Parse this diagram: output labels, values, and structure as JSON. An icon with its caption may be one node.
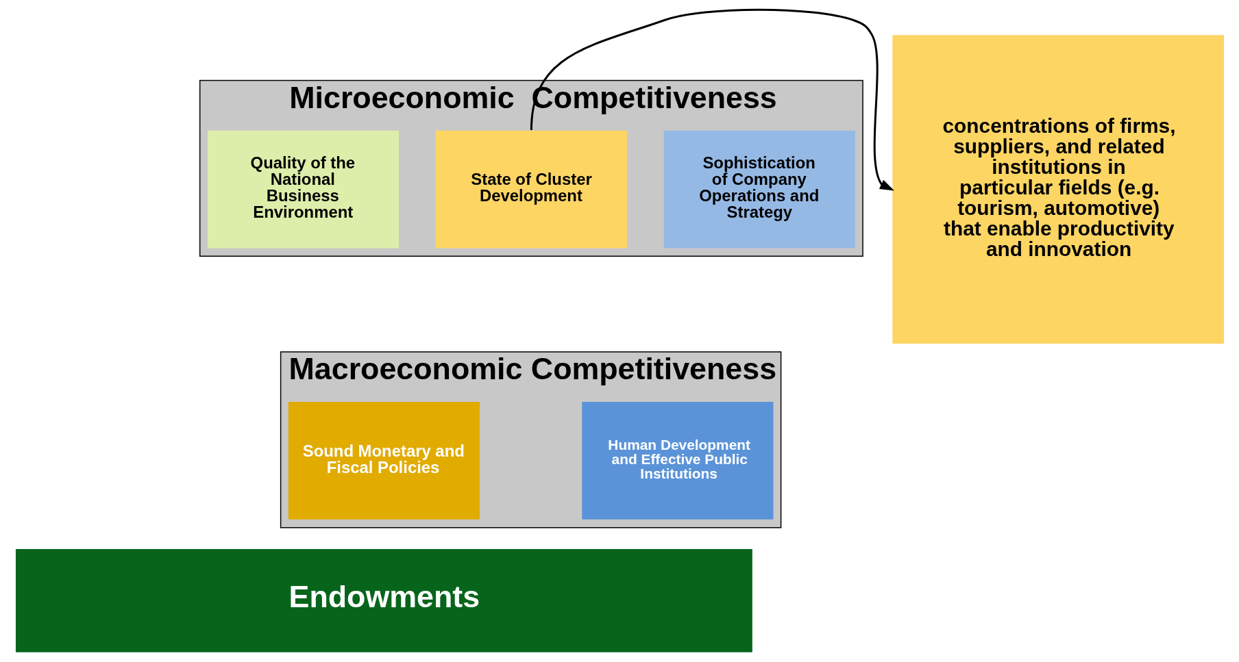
{
  "diagram": {
    "nodes": [
      {
        "text": [
          "Microeconomic  Competitiveness"
        ]
      },
      {
        "text": [
          "Quality of the National Business Environment"
        ],
        "in": 0
      },
      {
        "text": [
          "State of Cluster Development"
        ],
        "in": 0
      },
      {
        "text": [
          "Sophistication of Company Operations and Strategy"
        ],
        "in": 0
      },
      {
        "text": [
          "Macroeconomic Competitiveness"
        ]
      },
      {
        "text": [
          "Sound Monetary and Fiscal Policies"
        ],
        "in": 4
      },
      {
        "text": [
          "Human Development and Effective Public Institutions"
        ],
        "in": 4
      },
      {
        "text": [
          "Endowments"
        ]
      },
      {
        "text": [
          "concentrations of firms, suppliers, and related institutions in particular fields (e.g. tourism, automotive) that enable productivity and innovation"
        ]
      }
    ],
    "edges": [
      {
        "from": 2,
        "to": 8,
        "arrow": "to"
      }
    ]
  }
}
